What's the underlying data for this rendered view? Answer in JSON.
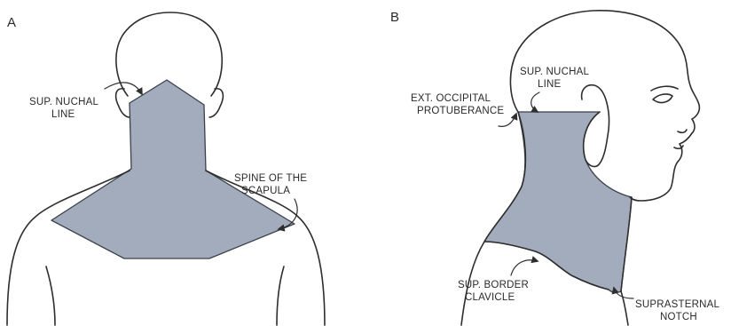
{
  "colors": {
    "region_fill": "#a3acbc",
    "outline": "#2e2e2e",
    "text": "#2a2a2a"
  },
  "panel_a": {
    "letter": "A",
    "labels": {
      "sup_nuchal_line": [
        "SUP. NUCHAL",
        "LINE"
      ],
      "spine_of_scapula": [
        "SPINE OF THE",
        "SCAPULA"
      ]
    }
  },
  "panel_b": {
    "letter": "B",
    "labels": {
      "sup_nuchal_line": [
        "SUP. NUCHAL",
        "LINE"
      ],
      "ext_occipital_protuberance": [
        "EXT. OCCIPITAL",
        "PROTUBERANCE"
      ],
      "sup_border_clavicle": [
        "SUP. BORDER",
        "CLAVICLE"
      ],
      "suprasternal_notch": [
        "SUPRASTERNAL",
        "NOTCH"
      ]
    }
  }
}
